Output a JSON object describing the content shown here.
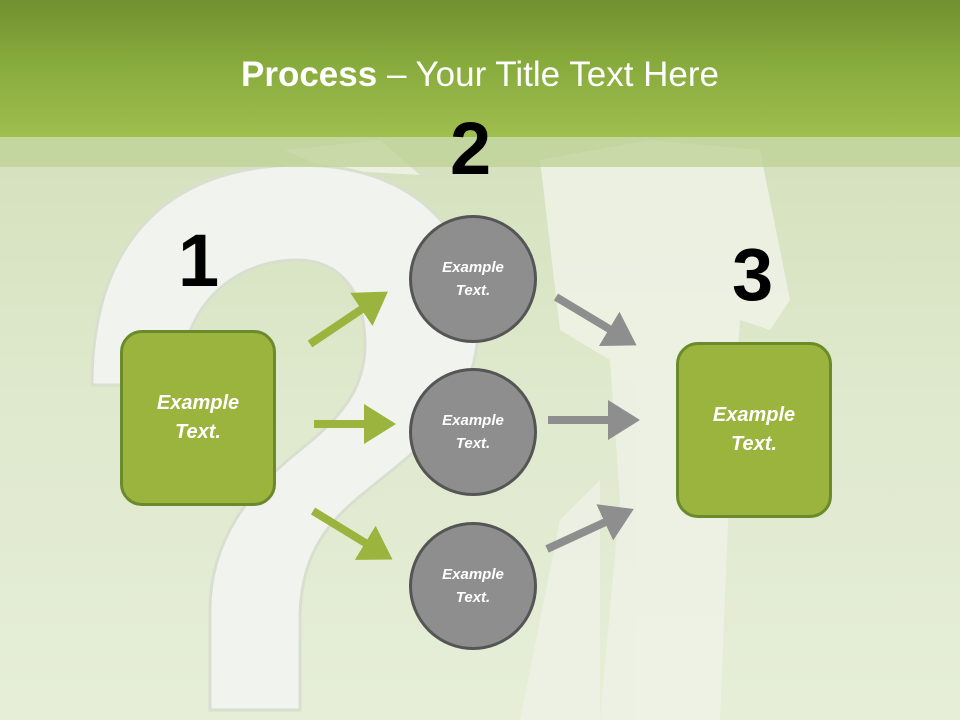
{
  "title": {
    "bold": "Process",
    "rest": " – Your Title Text Here"
  },
  "steps": {
    "n1": "1",
    "n2": "2",
    "n3": "3"
  },
  "boxes": {
    "left": "Example\nText.",
    "right": "Example\nText."
  },
  "circles": [
    "Example\nText.",
    "Example\nText.",
    "Example\nText."
  ],
  "colors": {
    "header": "#87aa3c",
    "box_fill": "#9ab43e",
    "box_border": "#6a8a2c",
    "circle_fill": "#8e8e8e",
    "circle_border": "#555555",
    "green_arrow": "#9ab43e",
    "gray_arrow": "#8e8e8e"
  },
  "icons": {
    "arrow": "arrow-icon",
    "background": "question-mark-figure"
  }
}
